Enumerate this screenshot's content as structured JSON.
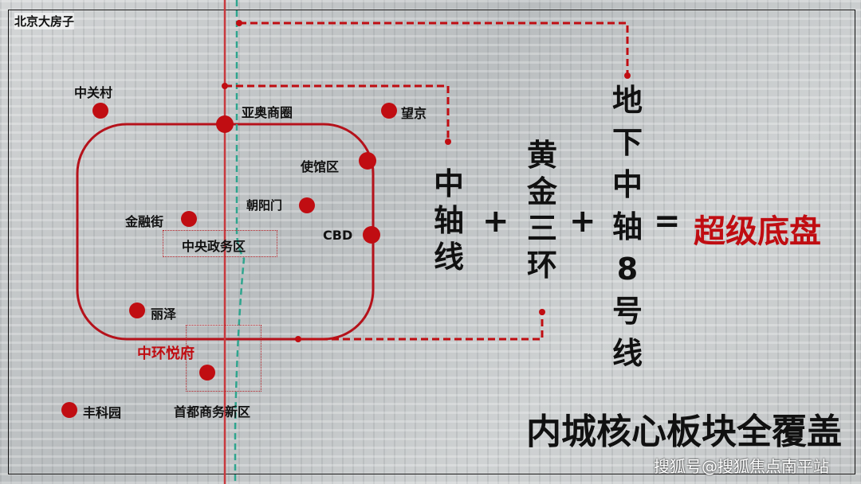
{
  "brand": "北京大房子",
  "colors": {
    "accent": "#c00d12",
    "metro": "#2fa58e",
    "text": "#111111"
  },
  "places": {
    "zhongguancun": "中关村",
    "yaao": "亚奥商圈",
    "wangjing": "望京",
    "shiguan": "使馆区",
    "chaoyangmen": "朝阳门",
    "jinrongjie": "金融街",
    "cbd": "CBD",
    "zhongyang": "中央政务区",
    "lize": "丽泽",
    "zhonghuan": "中环悦府",
    "fengkeyuan": "丰科园",
    "shoudu": "首都商务新区"
  },
  "formula": {
    "term1": "中轴线",
    "plus": "+",
    "term2": "黄金三环",
    "term3": "地下中轴8号线",
    "equals": "=",
    "result": "超级底盘"
  },
  "slogan": "内城核心板块全覆盖",
  "watermark": "搜狐号@搜狐焦点南平站"
}
